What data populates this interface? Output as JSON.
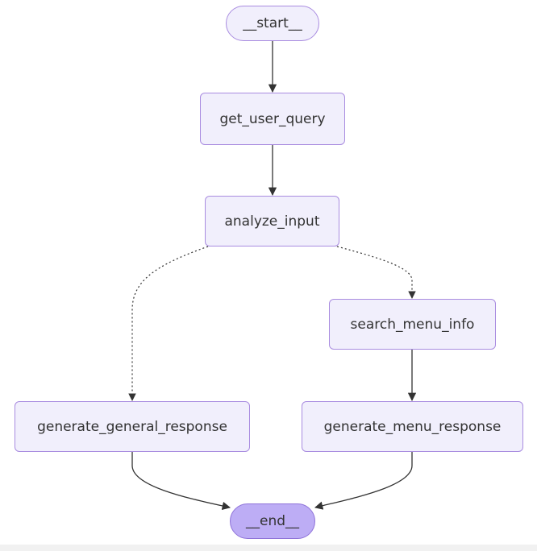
{
  "graph": {
    "nodes": {
      "start": "__start__",
      "get_user_query": "get_user_query",
      "analyze_input": "analyze_input",
      "search_menu_info": "search_menu_info",
      "generate_general_response": "generate_general_response",
      "generate_menu_response": "generate_menu_response",
      "end": "__end__"
    },
    "edges": [
      {
        "from": "__start__",
        "to": "get_user_query",
        "style": "solid"
      },
      {
        "from": "get_user_query",
        "to": "analyze_input",
        "style": "solid"
      },
      {
        "from": "analyze_input",
        "to": "generate_general_response",
        "style": "dotted"
      },
      {
        "from": "analyze_input",
        "to": "search_menu_info",
        "style": "dotted"
      },
      {
        "from": "search_menu_info",
        "to": "generate_menu_response",
        "style": "solid"
      },
      {
        "from": "generate_general_response",
        "to": "__end__",
        "style": "solid"
      },
      {
        "from": "generate_menu_response",
        "to": "__end__",
        "style": "solid"
      }
    ]
  },
  "colors": {
    "node_fill": "#f1effc",
    "node_border": "#a98ce0",
    "end_fill": "#bdadf5",
    "edge": "#333333"
  }
}
